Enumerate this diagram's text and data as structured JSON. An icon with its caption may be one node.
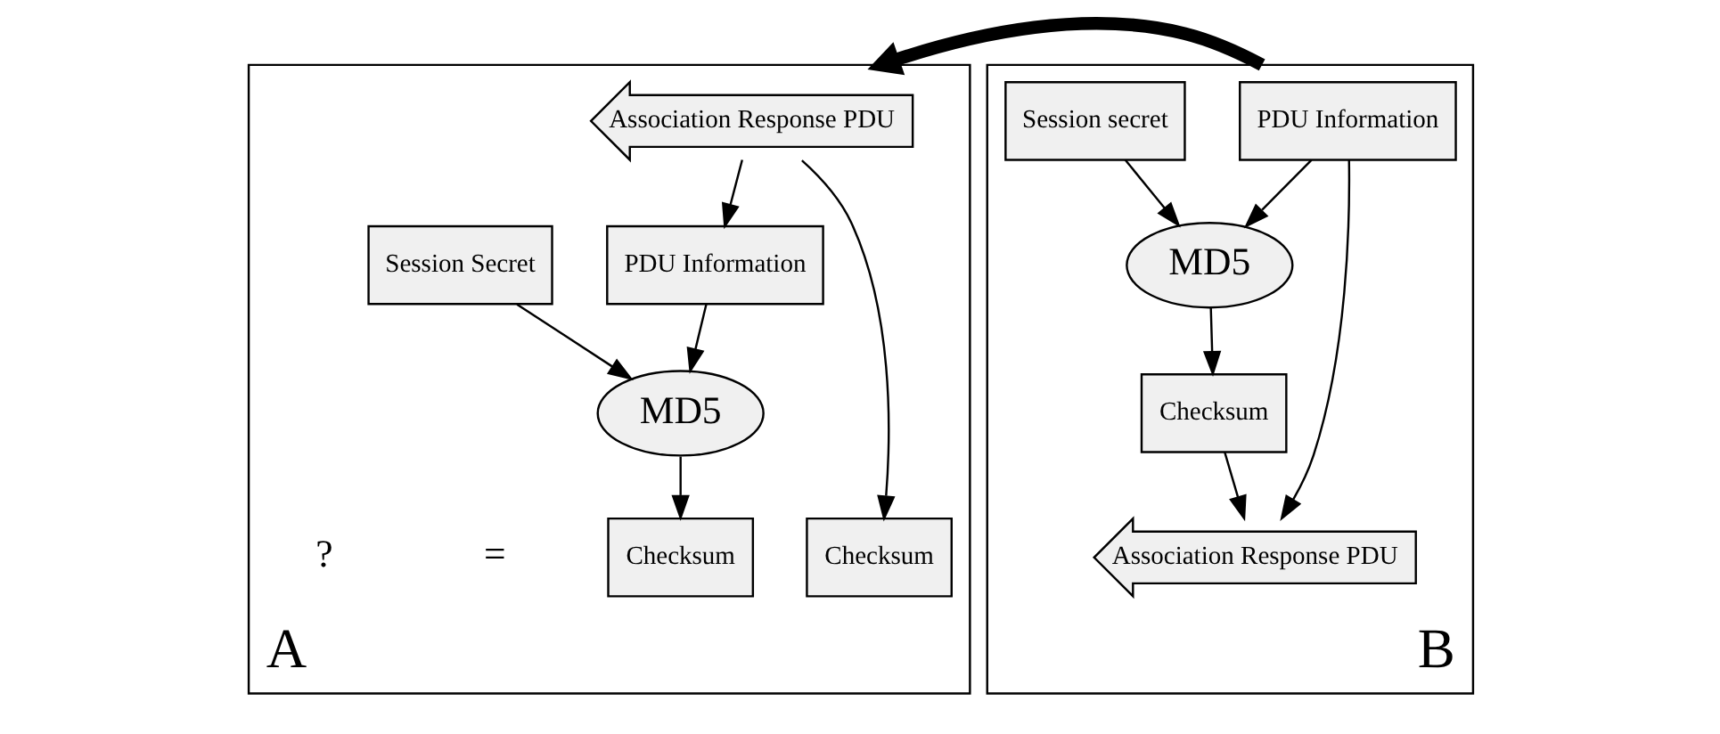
{
  "diagram": {
    "nodes": [
      {
        "text": [
          "A"
        ]
      },
      {
        "text": [
          "Association Response PDU"
        ],
        "in": 0
      },
      {
        "text": [
          "PDU Information"
        ],
        "in": 0
      },
      {
        "text": [
          "Session Secret"
        ],
        "in": 0
      },
      {
        "text": [
          "MD5"
        ],
        "in": 0
      },
      {
        "text": [
          "Checksum"
        ],
        "in": 0
      },
      {
        "text": [
          "Checksum"
        ],
        "in": 0
      },
      {
        "text": [
          "B"
        ]
      },
      {
        "text": [
          "PDU Information"
        ],
        "in": 7
      },
      {
        "text": [
          "Session secret"
        ],
        "in": 7
      },
      {
        "text": [
          "MD5"
        ],
        "in": 7
      },
      {
        "text": [
          "Checksum"
        ],
        "in": 7
      },
      {
        "text": [
          "Association Response PDU"
        ],
        "in": 7
      }
    ],
    "edges": [
      {
        "from": 1,
        "to": 2,
        "arrow": "to"
      },
      {
        "from": 1,
        "to": 6,
        "arrow": "to"
      },
      {
        "from": 3,
        "to": 4,
        "arrow": "to"
      },
      {
        "from": 2,
        "to": 4,
        "arrow": "to"
      },
      {
        "from": 4,
        "to": 5,
        "arrow": "to"
      },
      {
        "from": 8,
        "to": 10,
        "arrow": "to"
      },
      {
        "from": 9,
        "to": 10,
        "arrow": "to"
      },
      {
        "from": 10,
        "to": 11,
        "arrow": "to"
      },
      {
        "from": 11,
        "to": 12,
        "arrow": "to"
      },
      {
        "from": 8,
        "to": 12,
        "arrow": "to"
      },
      {
        "from": 7,
        "to": 0,
        "arrow": "to",
        "style": "thick"
      }
    ],
    "labels": [
      "?",
      "="
    ]
  }
}
